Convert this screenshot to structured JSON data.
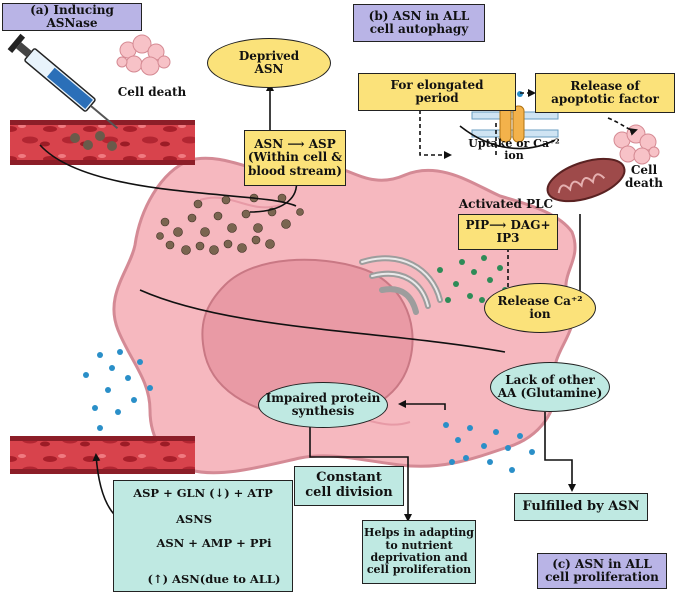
{
  "labels": {
    "panel_a": "(a) Inducing ASNase",
    "panel_b_l1": "(b) ASN in ALL",
    "panel_b_l2": "cell autophagy",
    "panel_c_l1": "(c) ASN in ALL",
    "panel_c_l2": "cell proliferation",
    "deprived_l1": "Deprived",
    "deprived_l2": "ASN",
    "cell_death_left": "Cell death",
    "asn_asp_l1": "ASN ⟶ ASP",
    "asn_asp_l2": "(Within cell &",
    "asn_asp_l3": "blood stream)",
    "elongated_l1": "For elongated",
    "elongated_l2": "period",
    "release_apop_l1": "Release of",
    "release_apop_l2": "apoptotic factor",
    "uptake_l1": "Uptake or Ca⁺²",
    "uptake_l2": "ion",
    "cell_death_right_l1": "Cell",
    "cell_death_right_l2": "death",
    "activated_plc": "Activated PLC",
    "pip_l1": "PIP⟶ DAG+",
    "pip_l2": "IP3",
    "release_ca_l1": "Release Ca⁺²",
    "release_ca_l2": "ion",
    "lack_l1": "Lack of other",
    "lack_l2": "AA (Glutamine)",
    "impaired_l1": "Impaired protein",
    "impaired_l2": "synthesis",
    "constant_l1": "Constant",
    "constant_l2": "cell division",
    "fulfilled": "Fulfilled by ASN",
    "helps_l1": "Helps in adapting",
    "helps_l2": "to nutrient",
    "helps_l3": "deprivation and",
    "helps_l4": "cell proliferation",
    "pathway_l1": "ASP + GLN (↓) + ATP",
    "pathway_l2": "ASNS",
    "pathway_l3": "ASN + AMP + PPi",
    "pathway_l4": "(↑) ASN(due to ALL)"
  },
  "colors": {
    "cell_fill": "#f6b8bf",
    "nucleus_fill": "#e99aa5",
    "purple_box": "#b9b4e6",
    "yellow_box": "#fbe27a",
    "teal_box": "#bfe9e2",
    "blood_red": "#c8333d",
    "cross": "#e02424"
  }
}
